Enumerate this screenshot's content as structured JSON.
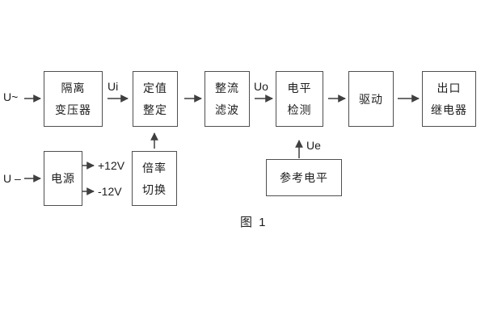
{
  "diagram": {
    "caption": "图 1",
    "colors": {
      "line": "#3f3f3f",
      "border": "#4f4f4f",
      "text": "#1d1d1d",
      "background": "#ffffff"
    },
    "blocks": [
      {
        "id": "isolation-transformer",
        "lines": [
          "隔离",
          "变压器"
        ]
      },
      {
        "id": "setting-adjust",
        "lines": [
          "定值",
          "整定"
        ]
      },
      {
        "id": "rectify-filter",
        "lines": [
          "整流",
          "滤波"
        ]
      },
      {
        "id": "level-detect",
        "lines": [
          "电平",
          "检测"
        ]
      },
      {
        "id": "drive",
        "lines": [
          "驱动"
        ]
      },
      {
        "id": "output-relay",
        "lines": [
          "出口",
          "继电器"
        ]
      },
      {
        "id": "power-supply",
        "lines": [
          "电源"
        ]
      },
      {
        "id": "ratio-switch",
        "lines": [
          "倍率",
          "切换"
        ]
      },
      {
        "id": "reference-level",
        "lines": [
          "参考电平"
        ]
      }
    ],
    "labels": {
      "u_ac": "U~",
      "u_dc": "U –",
      "ui": "Ui",
      "uo": "Uo",
      "ue": "Ue",
      "plus12v": "+12V",
      "minus12v": "-12V"
    },
    "connections": [
      {
        "from": "u_ac",
        "to": "isolation-transformer"
      },
      {
        "from": "isolation-transformer",
        "to": "setting-adjust",
        "signal": "Ui"
      },
      {
        "from": "setting-adjust",
        "to": "rectify-filter"
      },
      {
        "from": "rectify-filter",
        "to": "level-detect",
        "signal": "Uo"
      },
      {
        "from": "level-detect",
        "to": "drive"
      },
      {
        "from": "drive",
        "to": "output-relay"
      },
      {
        "from": "u_dc",
        "to": "power-supply"
      },
      {
        "from": "power-supply",
        "to": "+12V"
      },
      {
        "from": "power-supply",
        "to": "-12V"
      },
      {
        "from": "ratio-switch",
        "to": "setting-adjust"
      },
      {
        "from": "reference-level",
        "to": "level-detect",
        "signal": "Ue"
      }
    ]
  }
}
